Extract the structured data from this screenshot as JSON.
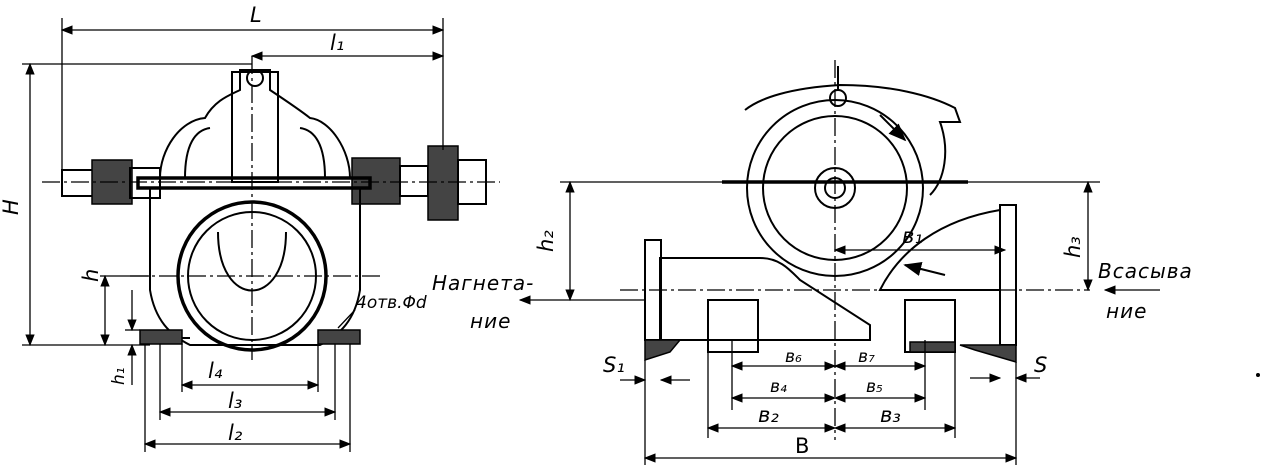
{
  "labels": {
    "L": "L",
    "l1": "l₁",
    "H": "H",
    "h": "h",
    "h1": "h₁",
    "l4": "l₄",
    "l3": "l₃",
    "l2": "l₂",
    "holes": "4отв.Φd",
    "h2": "h₂",
    "h3": "h₃",
    "b1": "в₁",
    "b6": "в₆",
    "b7": "в₇",
    "b4": "в₄",
    "b5": "в₅",
    "b2": "в₂",
    "b3": "в₃",
    "B": "B",
    "S1": "S₁",
    "S": "S",
    "discharge_1": "Нагнета-",
    "discharge_2": "ние",
    "suction_1": "Всасыва",
    "suction_2": "ние"
  }
}
